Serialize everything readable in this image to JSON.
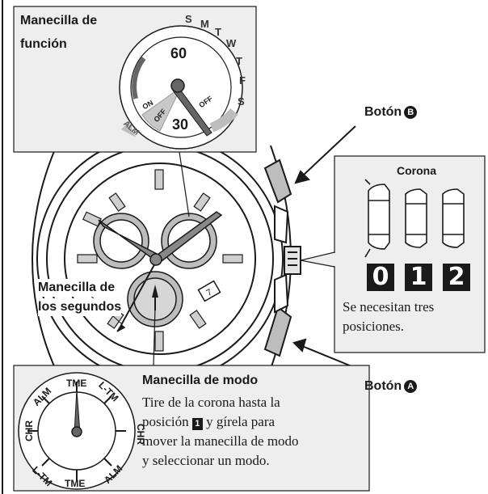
{
  "function_hand": {
    "label_line1": "Manecilla de",
    "label_line2": "función",
    "dial_top_value": "60",
    "dial_bottom_value": "30",
    "days": [
      "S",
      "M",
      "T",
      "W",
      "T",
      "F",
      "S"
    ],
    "on_label": "ON",
    "off_left": "OFF",
    "off_right": "OFF",
    "alm_label": "ALM"
  },
  "buttons": {
    "b_label": "Botón",
    "b_symbol": "B",
    "a_label": "Botón",
    "a_symbol": "A"
  },
  "crown": {
    "title": "Corona",
    "positions": [
      "0",
      "1",
      "2"
    ],
    "note_line1": "Se necesitan tres",
    "note_line2": "posiciones."
  },
  "seconds_hand": {
    "label_line1": "Manecilla de",
    "label_line2": "los segundos"
  },
  "mode_hand": {
    "title": "Manecilla de modo",
    "desc_line1": "Tire de la corona hasta la",
    "desc_line2_pre": "posición",
    "desc_line2_symbol": "1",
    "desc_line2_post": "y gírela para",
    "desc_line3": "mover la manecilla de modo",
    "desc_line4": "y seleccionar un modo.",
    "dial_labels": [
      "TME",
      "L-TM",
      "CHR",
      "L-TM",
      "TME",
      "ALM",
      "CHR",
      "ALM"
    ]
  },
  "colors": {
    "panel_bg": "#eeeeee",
    "ink": "#1a1a1a",
    "hand_gray": "#666666",
    "subdial_gray": "#bdbdbd"
  }
}
